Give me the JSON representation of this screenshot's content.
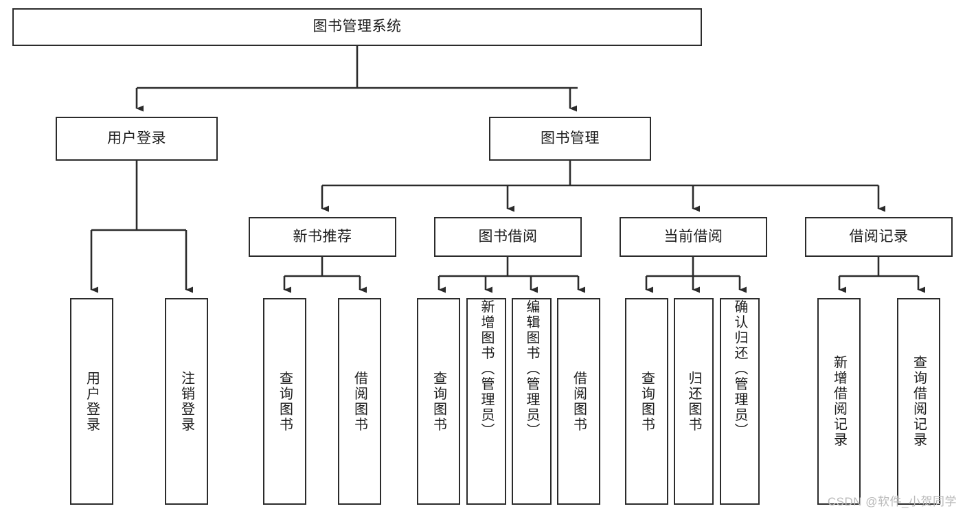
{
  "diagram": {
    "title": "图书管理系统",
    "type": "tree-hierarchy-diagram",
    "orientation": "top-down",
    "colors": {
      "stroke": "#2b2b2b",
      "fill": "#ffffff",
      "text": "#1c1c1c",
      "watermark": "#b9b9b9"
    },
    "root": {
      "label": "图书管理系统"
    },
    "level2": [
      {
        "id": "user-login",
        "label": "用户登录"
      },
      {
        "id": "book-management",
        "label": "图书管理"
      }
    ],
    "level3": [
      {
        "id": "new-book-recommend",
        "label": "新书推荐",
        "parent": "book-management"
      },
      {
        "id": "book-borrow",
        "label": "图书借阅",
        "parent": "book-management"
      },
      {
        "id": "current-borrow",
        "label": "当前借阅",
        "parent": "book-management"
      },
      {
        "id": "borrow-record",
        "label": "借阅记录",
        "parent": "book-management"
      }
    ],
    "leaves": [
      {
        "id": "leaf-user-login",
        "label": "用户登录",
        "parent": "user-login"
      },
      {
        "id": "leaf-logout",
        "label": "注销登录",
        "parent": "user-login"
      },
      {
        "id": "leaf-query-book-1",
        "label": "查询图书",
        "parent": "new-book-recommend"
      },
      {
        "id": "leaf-borrow-book-1",
        "label": "借阅图书",
        "parent": "new-book-recommend"
      },
      {
        "id": "leaf-query-book-2",
        "label": "查询图书",
        "parent": "book-borrow"
      },
      {
        "id": "leaf-add-book",
        "label": "新增图书（管理员）",
        "parent": "book-borrow"
      },
      {
        "id": "leaf-edit-book",
        "label": "编辑图书（管理员）",
        "parent": "book-borrow"
      },
      {
        "id": "leaf-borrow-book-2",
        "label": "借阅图书",
        "parent": "book-borrow"
      },
      {
        "id": "leaf-query-book-3",
        "label": "查询图书",
        "parent": "current-borrow"
      },
      {
        "id": "leaf-return-book",
        "label": "归还图书",
        "parent": "current-borrow"
      },
      {
        "id": "leaf-confirm-return",
        "label": "确认归还（管理员）",
        "parent": "current-borrow"
      },
      {
        "id": "leaf-add-record",
        "label": "新增借阅记录",
        "parent": "borrow-record"
      },
      {
        "id": "leaf-query-record",
        "label": "查询借阅记录",
        "parent": "borrow-record"
      }
    ],
    "watermark": "CSDN @软件_小贺同学"
  }
}
